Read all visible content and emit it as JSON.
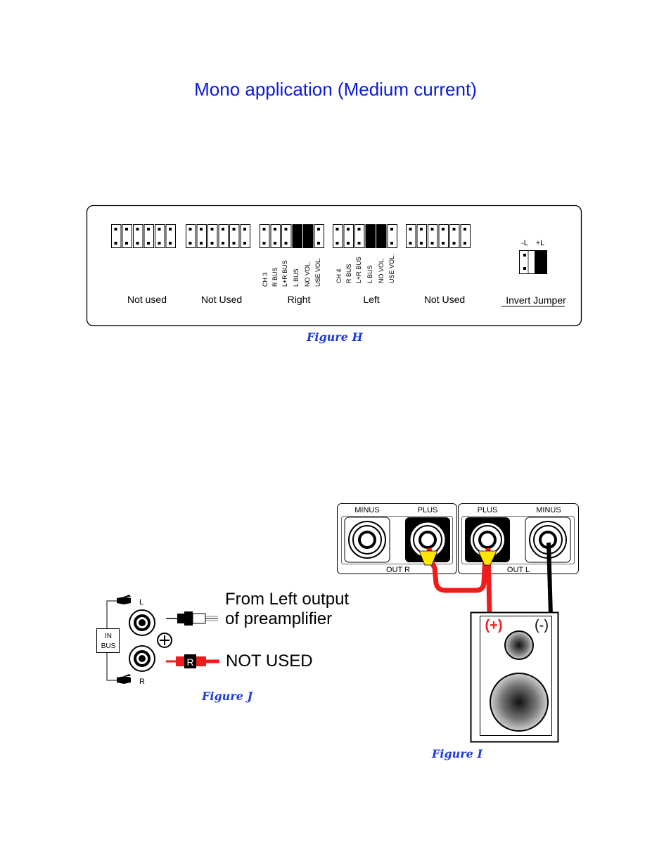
{
  "title": "Mono application (Medium current)",
  "figure_h": {
    "caption": "Figure H",
    "groups": [
      {
        "label": "Not used"
      },
      {
        "label": "Not Used"
      },
      {
        "label": "Right",
        "pin_labels": [
          "CH 3",
          "R BUS",
          "L+R BUS",
          "L BUS",
          "NO VOL.",
          "USE VOL."
        ]
      },
      {
        "label": "Left",
        "pin_labels": [
          "CH 4",
          "R BUS",
          "L+R BUS",
          "L BUS",
          "NO VOL.",
          "USE VOL."
        ]
      },
      {
        "label": "Not Used"
      }
    ],
    "invert": {
      "label": "Invert Jumper",
      "minus": "-L",
      "plus": "+L"
    }
  },
  "figure_i": {
    "caption": "Figure I",
    "out_r": {
      "minus": "MINUS",
      "plus": "PLUS",
      "label": "OUT  R"
    },
    "out_l": {
      "plus": "PLUS",
      "minus": "MINUS",
      "label": "OUT  L"
    },
    "speaker": {
      "plus": "(+)",
      "minus": "(-)"
    },
    "colors": {
      "positive_wire": "#ee1c1c",
      "negative_wire": "#000000",
      "crimp": "#ffe600"
    }
  },
  "figure_j": {
    "caption": "Figure J",
    "in_bus": [
      "IN",
      "BUS"
    ],
    "l_label": "L",
    "r_label": "R",
    "plug_r_letter": "R",
    "from_text": [
      "From Left output",
      "of preamplifier"
    ],
    "not_used_text": "NOT USED"
  }
}
